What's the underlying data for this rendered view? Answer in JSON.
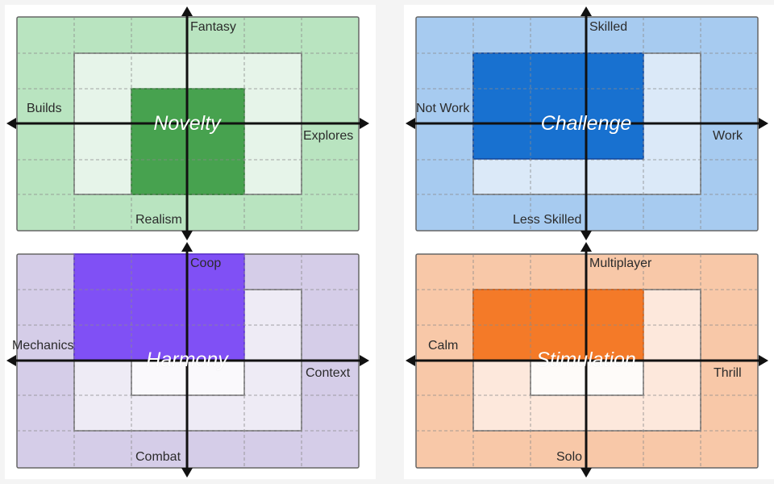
{
  "panels": [
    {
      "id": "novelty",
      "title": "Novelty",
      "axes": {
        "top": "Fantasy",
        "bottom": "Realism",
        "left": "Builds",
        "right": "Explores"
      },
      "colors": {
        "outer": "#b9e4c0",
        "inner": "#e6f4e9",
        "core": "#47a24f",
        "core_border": "#2e7d32"
      },
      "highlight": "center"
    },
    {
      "id": "challenge",
      "title": "Challenge",
      "axes": {
        "top": "Skilled",
        "bottom": "Less Skilled",
        "left": "Not Work",
        "right": "Work"
      },
      "colors": {
        "outer": "#a7cbf0",
        "inner": "#dbe9f8",
        "core": "#1871d0",
        "core_border": "#0d47a1"
      },
      "highlight": "upper-left"
    },
    {
      "id": "harmony",
      "title": "Harmony",
      "axes": {
        "top": "Coop",
        "bottom": "Combat",
        "left": "Mechanics",
        "right": "Context"
      },
      "colors": {
        "outer": "#d5cde8",
        "inner": "#eeebf5",
        "center": "#faf9fc",
        "core": "#8050f5",
        "core_border": "#5b2fd1"
      },
      "highlight": "top-left-bleed"
    },
    {
      "id": "stimulation",
      "title": "Stimulation",
      "axes": {
        "top": "Multiplayer",
        "bottom": "Solo",
        "left": "Calm",
        "right": "Thrill"
      },
      "colors": {
        "outer": "#f8c8a8",
        "inner": "#fde8dc",
        "center": "#fefbf9",
        "core": "#f47a28",
        "core_border": "#d05a10"
      },
      "highlight": "upper-band"
    }
  ]
}
